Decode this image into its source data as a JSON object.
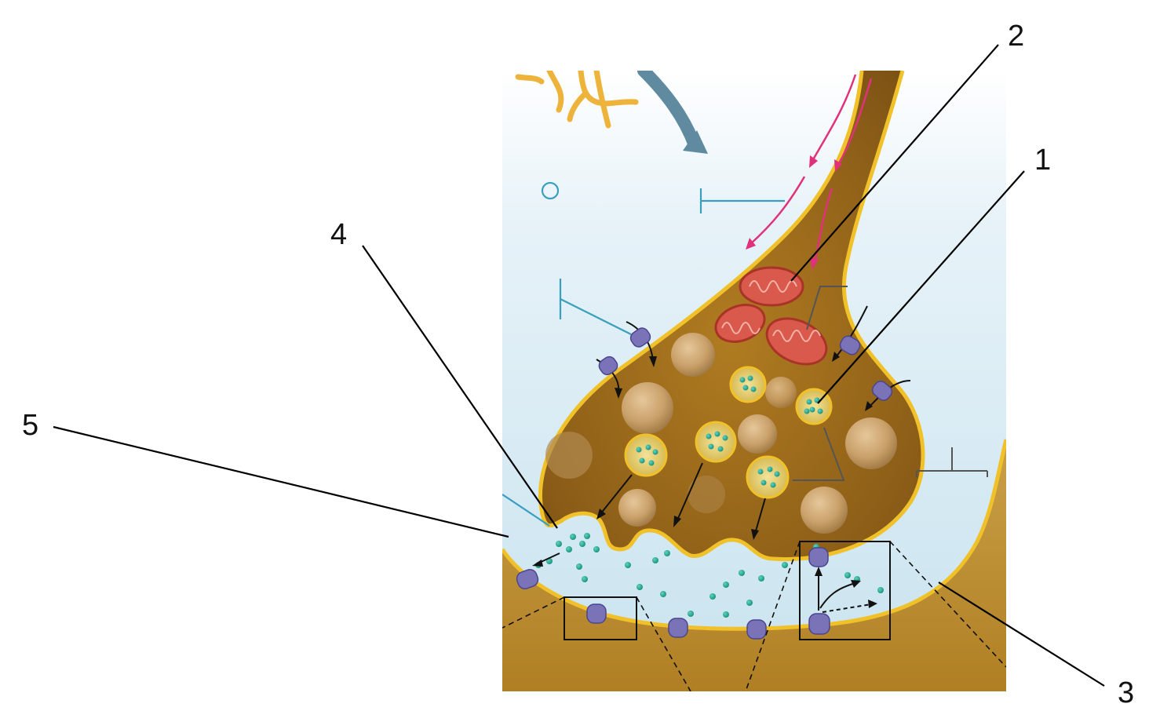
{
  "diagram": {
    "labels": [
      {
        "id": "1",
        "text": "1"
      },
      {
        "id": "2",
        "text": "2"
      },
      {
        "id": "3",
        "text": "3"
      },
      {
        "id": "4",
        "text": "4"
      },
      {
        "id": "5",
        "text": "5"
      }
    ],
    "colors": {
      "background": "#cfe6f1",
      "axon_fill": "#9a6a1a",
      "membrane": "#f1c12a",
      "postsynaptic": "#c08d2a",
      "cleft": "#bfe0ee",
      "vesicle_fill": "#e7cf6a",
      "neurotransmitter": "#20a38f",
      "mitochondrion": "#d7574a",
      "receptor": "#7a73b8",
      "arrow_pink": "#e0327c",
      "annotation_blue": "#3a9fbf"
    }
  }
}
